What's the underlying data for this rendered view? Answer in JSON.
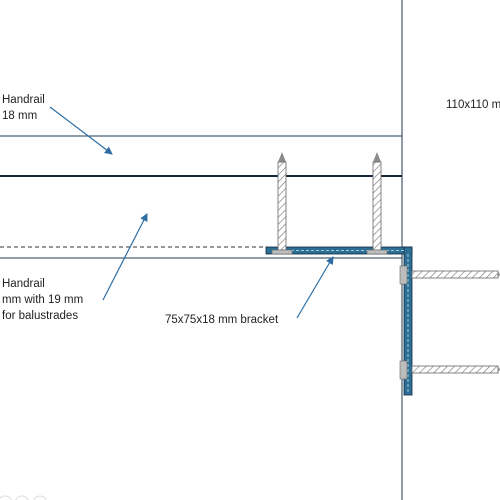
{
  "labels": {
    "top_handrail_line1": "Handrail",
    "top_handrail_line2": "18 mm",
    "post_size": "110x110 m",
    "bottom_handrail_line1": "Handrail",
    "bottom_handrail_line2": "mm with 19 mm",
    "bottom_handrail_line3": "for balustrades",
    "bracket": "75x75x18 mm bracket"
  },
  "colors": {
    "outline": "#1f3b57",
    "dark_line": "#14273d",
    "bracket": "#2c6f95",
    "arrow": "#2e6da4",
    "screw": "#8c8c8c",
    "dashed": "#333333",
    "text": "#222222"
  }
}
